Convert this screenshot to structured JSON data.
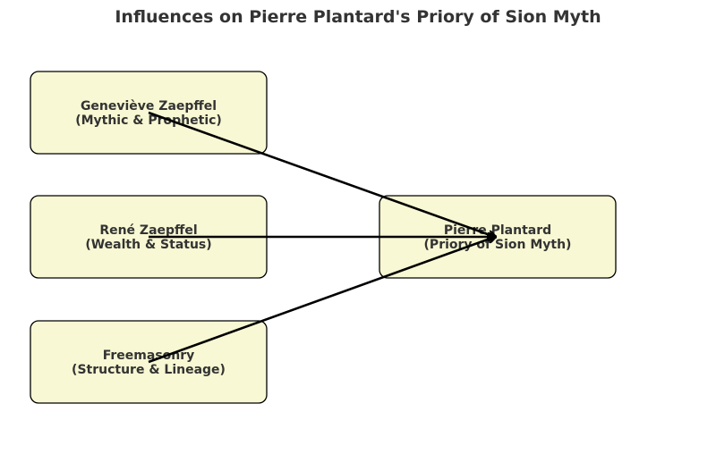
{
  "title": "Influences on Pierre Plantard's Priory of Sion Myth",
  "colors": {
    "box_fill": "#f8f8d4",
    "box_stroke": "#000000",
    "text": "#333333",
    "arrow": "#000000"
  },
  "nodes": [
    {
      "id": "genevieve",
      "line1": "Geneviève Zaepffel",
      "line2": "(Mythic & Prophetic)"
    },
    {
      "id": "rene",
      "line1": "René Zaepffel",
      "line2": "(Wealth & Status)"
    },
    {
      "id": "freemasonry",
      "line1": "Freemasonry",
      "line2": "(Structure & Lineage)"
    },
    {
      "id": "plantard",
      "line1": "Pierre Plantard",
      "line2": "(Priory of Sion Myth)"
    }
  ],
  "edges": [
    {
      "from": "genevieve",
      "to": "plantard"
    },
    {
      "from": "rene",
      "to": "plantard"
    },
    {
      "from": "freemasonry",
      "to": "plantard"
    }
  ]
}
